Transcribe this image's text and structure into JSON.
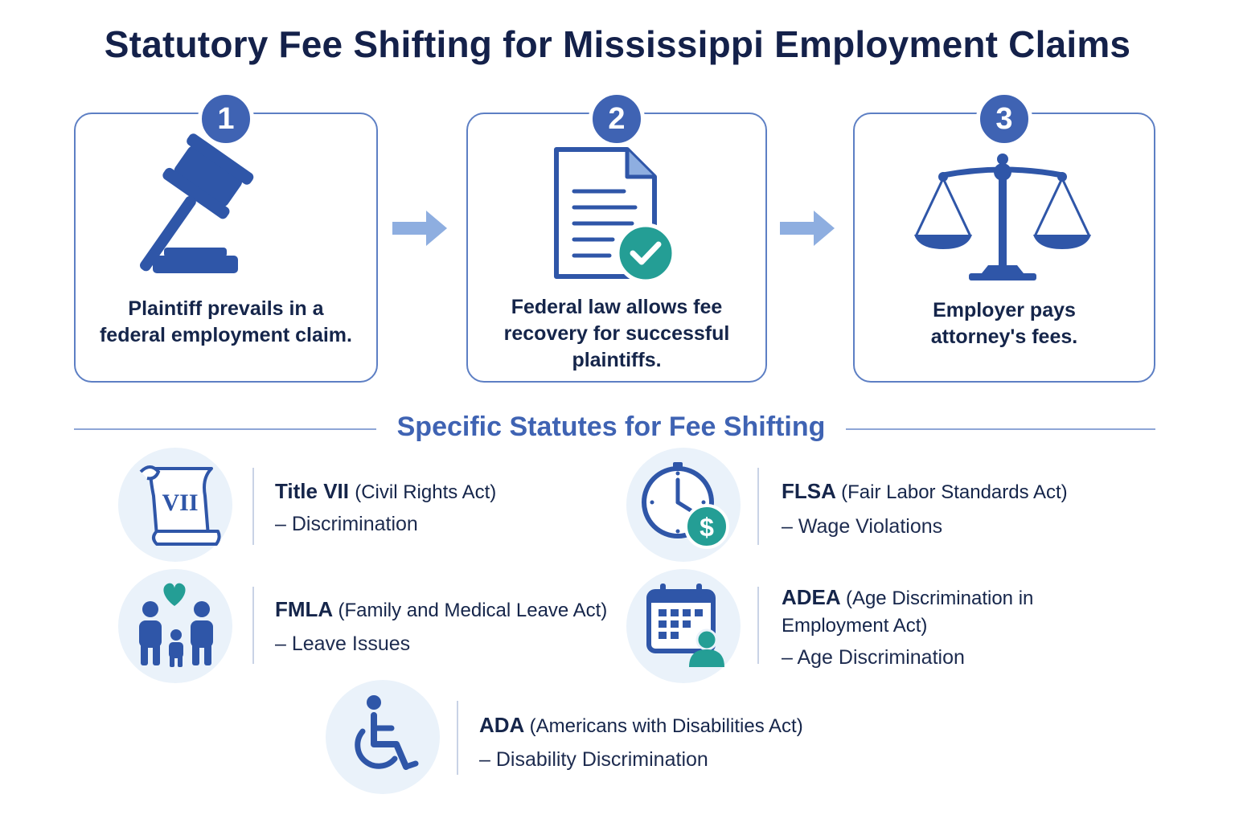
{
  "title": "Statutory Fee Shifting for Mississippi Employment Claims",
  "steps": [
    {
      "number": "1",
      "line1": "Plaintiff prevails in a",
      "line2": "federal employment claim.",
      "icon": "gavel-icon"
    },
    {
      "number": "2",
      "line1": "Federal law allows fee",
      "line2": "recovery for successful",
      "line3": "plaintiffs.",
      "icon": "approved-document-icon"
    },
    {
      "number": "3",
      "line1": "Employer pays",
      "line2": "attorney's fees.",
      "icon": "scales-of-justice-icon"
    }
  ],
  "section_title": "Specific Statutes for Fee Shifting",
  "statutes": [
    {
      "abbr": "Title VII",
      "full": "(Civil Rights Act)",
      "desc": "– Discrimination",
      "icon": "scroll-vii-icon",
      "icon_text": "VII"
    },
    {
      "abbr": "FLSA",
      "full": "(Fair Labor Standards Act)",
      "desc": "– Wage Violations",
      "icon": "clock-dollar-icon",
      "icon_text": "$"
    },
    {
      "abbr": "FMLA",
      "full": "(Family and Medical Leave Act)",
      "desc": "– Leave Issues",
      "icon": "family-heart-icon"
    },
    {
      "abbr": "ADEA",
      "full_line1": "(Age Discrimination in",
      "full_line2": "Employment Act)",
      "desc": "– Age Discrimination",
      "icon": "calendar-person-icon"
    },
    {
      "abbr": "ADA",
      "full": "(Americans with Disabilities Act)",
      "desc": "– Disability Discrimination",
      "icon": "wheelchair-icon"
    }
  ],
  "colors": {
    "primary_blue": "#3f63b3",
    "dark_navy": "#14214a",
    "icon_blue": "#2f56a8",
    "teal": "#249e95",
    "arrow_blue": "#8eaee0",
    "circle_bg": "#eaf2fa"
  }
}
